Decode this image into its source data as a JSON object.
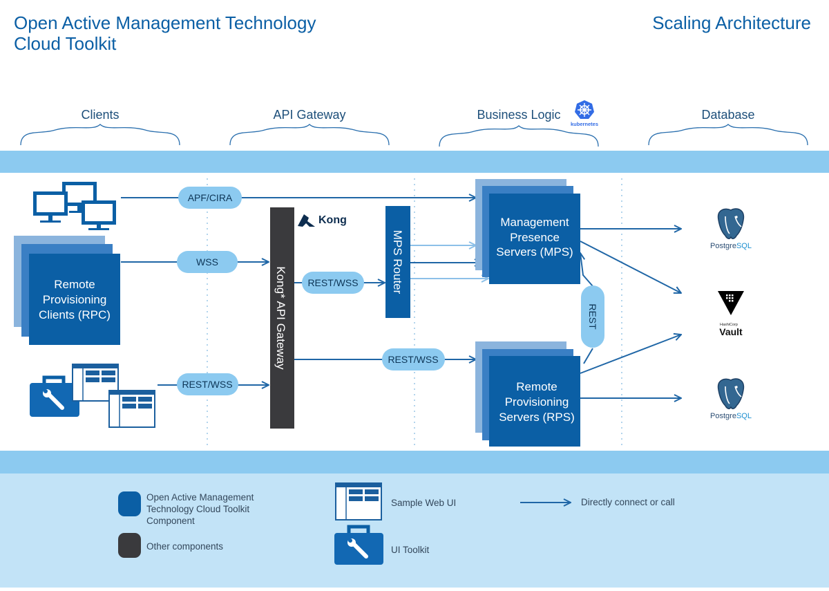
{
  "header": {
    "title_line1": "Open Active Management Technology",
    "title_line2": "Cloud Toolkit",
    "subtitle": "Scaling Architecture"
  },
  "columns": {
    "clients": "Clients",
    "api_gateway": "API Gateway",
    "business_logic": "Business Logic",
    "database": "Database"
  },
  "kubernetes_label": "kubernetes",
  "kong_label": "Kong",
  "connections": {
    "apf_cira": "APF/CIRA",
    "wss": "WSS",
    "rest_wss_webui": "REST/WSS",
    "rest_wss_router": "REST/WSS",
    "rest_wss_rps": "REST/WSS",
    "rest": "REST"
  },
  "components": {
    "rpc": [
      "Remote",
      "Provisioning",
      "Clients (RPC)"
    ],
    "mps": [
      "Management",
      "Presence",
      "Servers (MPS)"
    ],
    "rps": [
      "Remote",
      "Provisioning",
      "Servers (RPS)"
    ],
    "gateway": "Kong* API Gateway",
    "router": "MPS Router"
  },
  "databases": {
    "db1": {
      "prefix": "Postgre",
      "suffix": "SQL"
    },
    "vault_brand": "HashiCorp",
    "vault": "Vault",
    "db2": {
      "prefix": "Postgre",
      "suffix": "SQL"
    }
  },
  "legend": {
    "component": [
      "Open Active Management",
      "Technology Cloud Toolkit",
      "Component"
    ],
    "other": "Other components",
    "webui": "Sample Web UI",
    "uitoolkit": "UI Toolkit",
    "direct": "Directly connect or call"
  },
  "colors": {
    "brand_blue": "#0b5fa5",
    "pill_blue": "#8ccaf0",
    "band_blue": "#8ccaf0",
    "legend_bg": "#c2e3f7",
    "dark_component": "#3a3a3d"
  }
}
